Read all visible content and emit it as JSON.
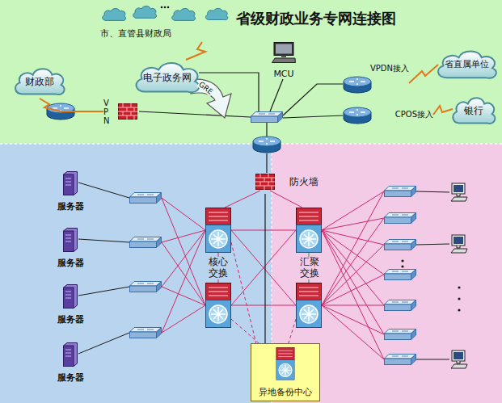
{
  "diagram": {
    "title": "省级财政业务专网连接图",
    "nodes": [
      {
        "text": [
          "市、直管县财政局"
        ]
      },
      {
        "text": [
          "财政部"
        ]
      },
      {
        "text": [
          "电子政务网"
        ]
      },
      {
        "text": [
          "MCU"
        ]
      },
      {
        "text": [
          "VPDN接入"
        ]
      },
      {
        "text": [
          "CPOS接入"
        ]
      },
      {
        "text": [
          "省直属单位"
        ]
      },
      {
        "text": [
          "银行"
        ]
      },
      {
        "text": [
          "VPN"
        ]
      },
      {
        "text": [
          "防火墙"
        ]
      },
      {
        "text": [
          "服务器"
        ]
      },
      {
        "text": [
          "服务器"
        ]
      },
      {
        "text": [
          "服务器"
        ]
      },
      {
        "text": [
          "服务器"
        ]
      },
      {
        "text": [
          "异地备份中心"
        ]
      }
    ],
    "edges": [
      {
        "from": 0,
        "to": 2,
        "arrow": "none"
      },
      {
        "from": 1,
        "to": 8,
        "arrow": "none"
      },
      {
        "from": 4,
        "to": 6,
        "arrow": "none"
      },
      {
        "from": 5,
        "to": 7,
        "arrow": "none"
      },
      {
        "from": 9,
        "to": 14,
        "arrow": "none"
      }
    ],
    "labels": [
      "GRE",
      "核心交换",
      "汇聚交换"
    ]
  }
}
